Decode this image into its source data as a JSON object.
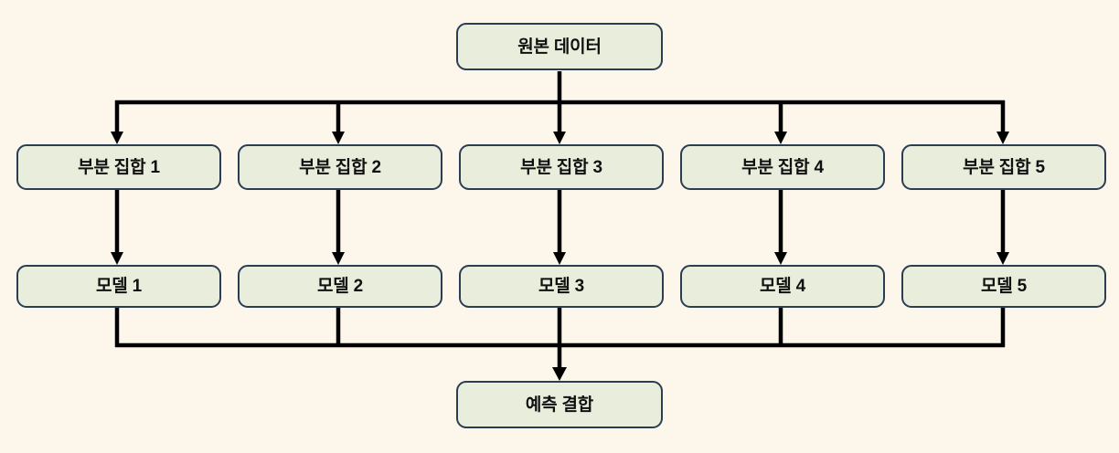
{
  "diagram": {
    "type": "flowchart",
    "title_node": {
      "label": "원본 데이터"
    },
    "levels": {
      "source": {
        "label": "원본 데이터"
      },
      "subsets": [
        {
          "label": "부분 집합 1"
        },
        {
          "label": "부분 집합 2"
        },
        {
          "label": "부분 집합 3"
        },
        {
          "label": "부분 집합 4"
        },
        {
          "label": "부분 집합 5"
        }
      ],
      "models": [
        {
          "label": "모델 1"
        },
        {
          "label": "모델 2"
        },
        {
          "label": "모델 3"
        },
        {
          "label": "모델 4"
        },
        {
          "label": "모델 5"
        }
      ],
      "result": {
        "label": "예측 결합"
      }
    },
    "colors": {
      "background": "#FDF6EA",
      "node_fill": "#E9EEDC",
      "node_border": "#2A3D52",
      "edge": "#000000",
      "text": "#101010"
    }
  }
}
